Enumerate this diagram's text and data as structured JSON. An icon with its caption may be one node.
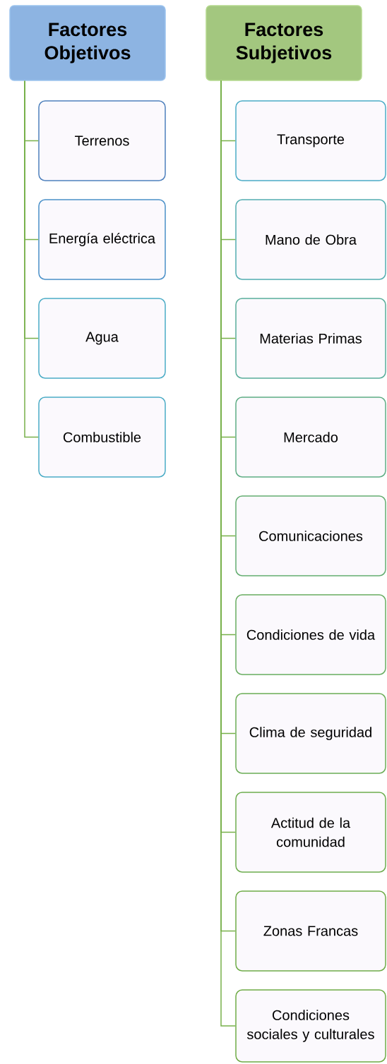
{
  "diagram": {
    "nodes": [
      {
        "text": [
          "Factores Objetivos"
        ]
      },
      {
        "text": [
          "Terrenos"
        ]
      },
      {
        "text": [
          "Energía eléctrica"
        ]
      },
      {
        "text": [
          "Agua"
        ]
      },
      {
        "text": [
          "Combustible"
        ]
      },
      {
        "text": [
          "Factores Subjetivos"
        ]
      },
      {
        "text": [
          "Transporte"
        ]
      },
      {
        "text": [
          "Mano de Obra"
        ]
      },
      {
        "text": [
          "Materias Primas"
        ]
      },
      {
        "text": [
          "Mercado"
        ]
      },
      {
        "text": [
          "Comunicaciones"
        ]
      },
      {
        "text": [
          "Condiciones de vida"
        ]
      },
      {
        "text": [
          "Clima de seguridad"
        ]
      },
      {
        "text": [
          "Actitud de la comunidad"
        ]
      },
      {
        "text": [
          "Zonas Francas"
        ]
      },
      {
        "text": [
          "Condiciones sociales y culturales"
        ]
      }
    ],
    "edges": [
      {
        "from": 0,
        "to": 1,
        "arrow": "none"
      },
      {
        "from": 0,
        "to": 2,
        "arrow": "none"
      },
      {
        "from": 0,
        "to": 3,
        "arrow": "none"
      },
      {
        "from": 0,
        "to": 4,
        "arrow": "none"
      },
      {
        "from": 5,
        "to": 6,
        "arrow": "none"
      },
      {
        "from": 5,
        "to": 7,
        "arrow": "none"
      },
      {
        "from": 5,
        "to": 8,
        "arrow": "none"
      },
      {
        "from": 5,
        "to": 9,
        "arrow": "none"
      },
      {
        "from": 5,
        "to": 10,
        "arrow": "none"
      },
      {
        "from": 5,
        "to": 11,
        "arrow": "none"
      },
      {
        "from": 5,
        "to": 12,
        "arrow": "none"
      },
      {
        "from": 5,
        "to": 13,
        "arrow": "none"
      },
      {
        "from": 5,
        "to": 14,
        "arrow": "none"
      },
      {
        "from": 5,
        "to": 15,
        "arrow": "none"
      }
    ]
  }
}
